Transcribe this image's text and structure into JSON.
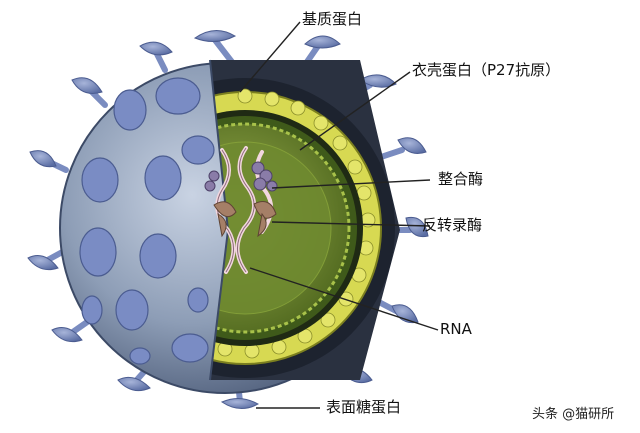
{
  "labels": {
    "matrix": "基质蛋白",
    "capsid": "衣壳蛋白（P27抗原）",
    "integrase": "整合酶",
    "reverse_transcriptase": "反转录酶",
    "rna": "RNA",
    "envelope": "表面糖蛋白"
  },
  "watermark": "头条 @猫研所",
  "colors": {
    "envelope": "#8d9db6",
    "envelope_dark": "#52617d",
    "spike": "#7587b9",
    "capsid_yellow": "#d2d447",
    "core_green": "#6f8a30",
    "rna_pink": "#f2d7df",
    "enzyme_purple": "#8a7ca8",
    "enzyme_brown": "#a57f67"
  }
}
